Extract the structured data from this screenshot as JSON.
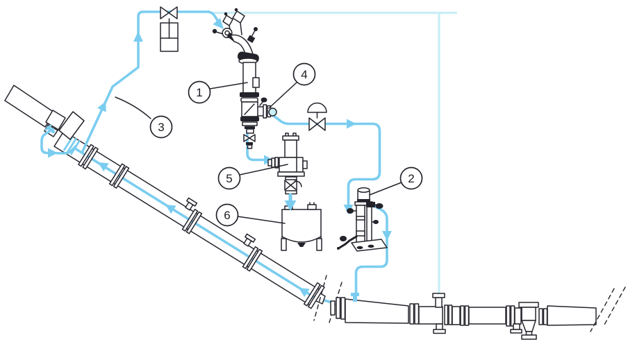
{
  "diagram": {
    "colors": {
      "flow": "#7bcdf0",
      "flow_light": "#c9eef6",
      "outline": "#23232b",
      "callout_text": "#1b1b22",
      "background": "#ffffff"
    },
    "callouts": [
      {
        "label": "1"
      },
      {
        "label": "2"
      },
      {
        "label": "3"
      },
      {
        "label": "4"
      },
      {
        "label": "5"
      },
      {
        "label": "6"
      }
    ]
  }
}
